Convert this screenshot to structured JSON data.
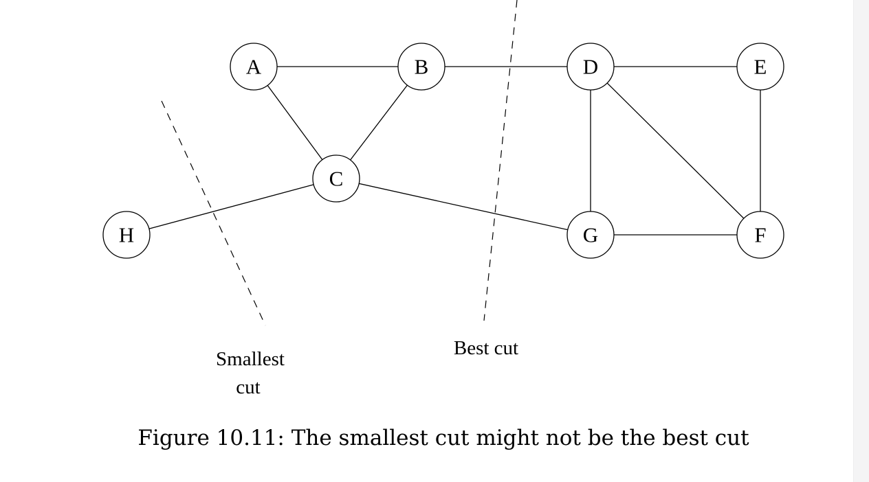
{
  "graph": {
    "nodes": [
      {
        "id": "A",
        "label": "A"
      },
      {
        "id": "B",
        "label": "B"
      },
      {
        "id": "C",
        "label": "C"
      },
      {
        "id": "D",
        "label": "D"
      },
      {
        "id": "E",
        "label": "E"
      },
      {
        "id": "F",
        "label": "F"
      },
      {
        "id": "G",
        "label": "G"
      },
      {
        "id": "H",
        "label": "H"
      }
    ],
    "edges": [
      {
        "from": "A",
        "to": "B"
      },
      {
        "from": "B",
        "to": "D"
      },
      {
        "from": "D",
        "to": "E"
      },
      {
        "from": "A",
        "to": "C"
      },
      {
        "from": "B",
        "to": "C"
      },
      {
        "from": "D",
        "to": "G"
      },
      {
        "from": "D",
        "to": "F"
      },
      {
        "from": "E",
        "to": "F"
      },
      {
        "from": "H",
        "to": "C"
      },
      {
        "from": "C",
        "to": "G"
      },
      {
        "from": "G",
        "to": "F"
      }
    ]
  },
  "cuts": {
    "smallest": {
      "lines": [
        "Smallest",
        "cut"
      ]
    },
    "best": {
      "lines": [
        "Best cut"
      ]
    }
  },
  "caption": "Figure 10.11: The smallest cut might not be the best cut"
}
